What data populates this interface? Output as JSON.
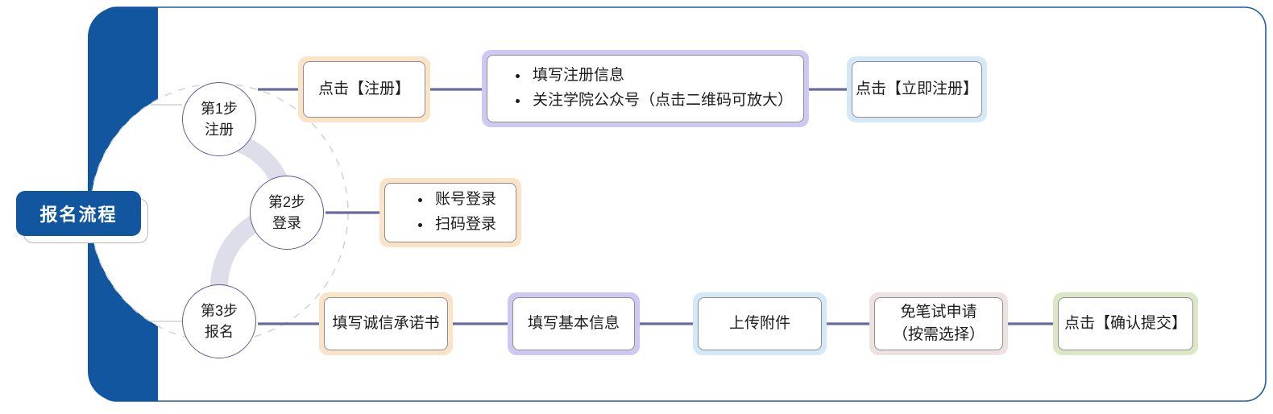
{
  "frame": {
    "border_color": "#1a5fa8",
    "bar_color": "#11569f"
  },
  "root": {
    "label": "报名流程",
    "bg": "#11569f",
    "text_color": "#ffffff"
  },
  "steps": [
    {
      "id": "step1",
      "line1": "第1步",
      "line2": "注册"
    },
    {
      "id": "step2",
      "line1": "第2步",
      "line2": "登录"
    },
    {
      "id": "step3",
      "line1": "第3步",
      "line2": "报名"
    }
  ],
  "row1": {
    "node1": {
      "label": "点击【注册】",
      "accent": "#fae3c6"
    },
    "node2": {
      "bullets": [
        "填写注册信息",
        "关注学院公众号（点击二维码可放大）"
      ],
      "accent": "#cdc9f2"
    },
    "node3": {
      "label": "点击【立即注册】",
      "accent": "#d3e9f7"
    }
  },
  "row2": {
    "node1": {
      "bullets": [
        "账号登录",
        "扫码登录"
      ],
      "accent": "#fae3c6"
    }
  },
  "row3": {
    "node1": {
      "label": "填写诚信承诺书",
      "accent": "#fae3c6"
    },
    "node2": {
      "label": "填写基本信息",
      "accent": "#cdc9f2"
    },
    "node3": {
      "label": "上传附件",
      "accent": "#d3e9f7"
    },
    "node4": {
      "line1": "免笔试申请",
      "line2": "（按需选择）",
      "accent": "#ece2e2"
    },
    "node5": {
      "label": "点击【确认提交】",
      "accent": "#dbe8c6"
    }
  },
  "connector_color": "#6b6aa0",
  "arc_color": "#dedeea"
}
